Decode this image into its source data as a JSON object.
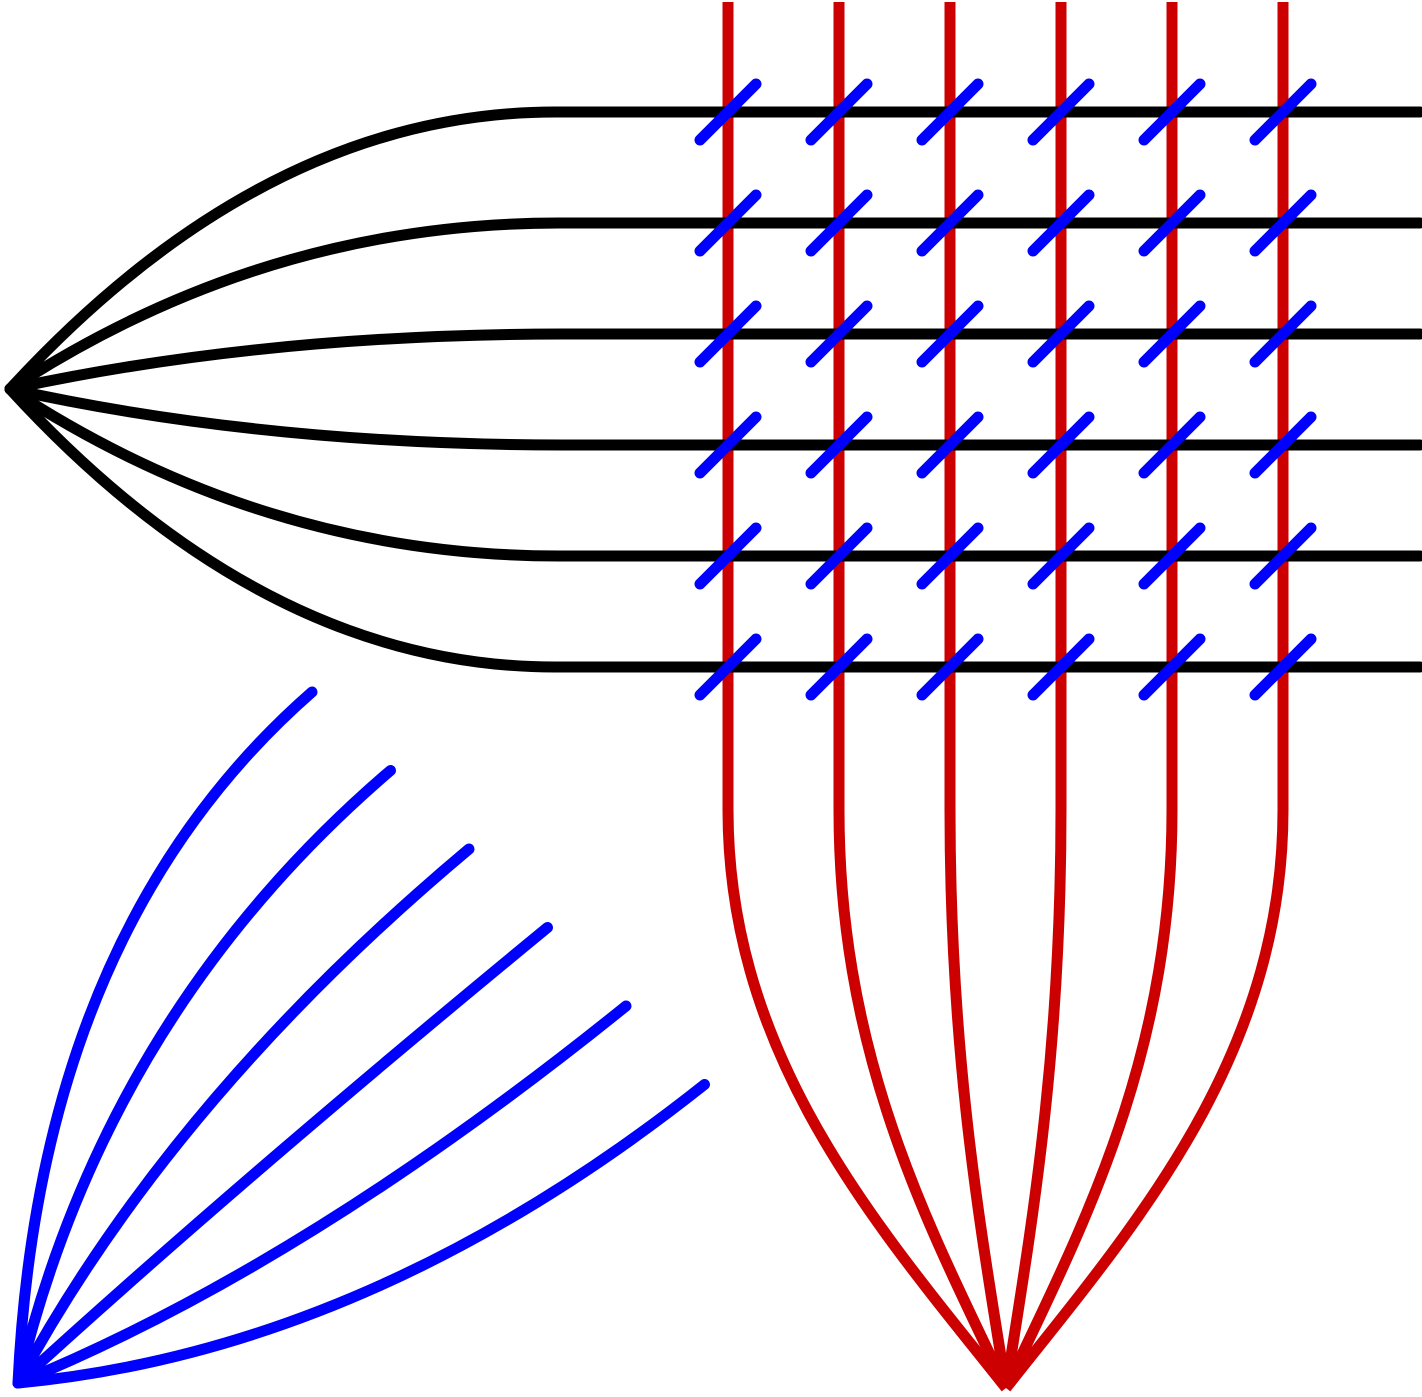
{
  "diagram": {
    "description_free": true,
    "colors": {
      "background": "#ffffff",
      "horizontal_strands": "#000000",
      "vertical_strands": "#cc0000",
      "crossing_marks": "#0000ff",
      "fan_strands": "#0000ff"
    },
    "horizontal_bundle": {
      "strand_count": 6,
      "converge_side": "left"
    },
    "vertical_bundle": {
      "strand_count": 6,
      "converge_side": "bottom"
    },
    "crossing_grid": {
      "rows": 6,
      "cols": 6,
      "mark_count": 36
    },
    "fan_bundle": {
      "strand_count": 6,
      "converge_corner": "bottom-left"
    }
  }
}
